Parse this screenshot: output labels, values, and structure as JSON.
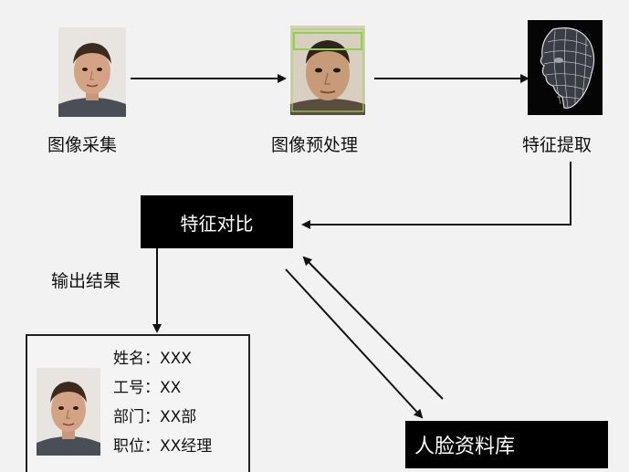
{
  "steps": {
    "capture": "图像采集",
    "preprocess": "图像预处理",
    "extract": "特征提取",
    "compare": "特征对比",
    "output": "输出结果",
    "database": "人脸资料库"
  },
  "card": {
    "name": "姓名：XXX",
    "id": "工号：XX",
    "dept": "部门：XX部",
    "position": "职位：XX经理"
  },
  "icons": {
    "capture": "face-photo-icon",
    "preprocess": "face-detection-icon",
    "extract": "face-3d-mesh-icon",
    "output": "face-photo-icon"
  }
}
